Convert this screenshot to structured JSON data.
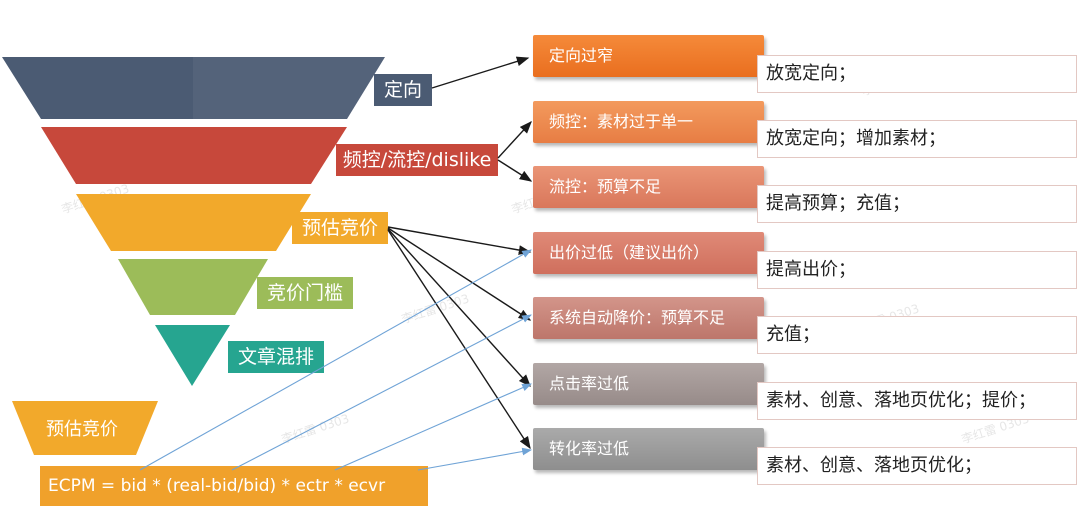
{
  "funnel": {
    "stages": [
      {
        "label": "定向",
        "color": "#4b5b73",
        "label_bg": "#4b5b73"
      },
      {
        "label": "频控/流控/dislike",
        "color": "#c7483b",
        "label_bg": "#c7483b"
      },
      {
        "label": "预估竞价",
        "color": "#f2a92b",
        "label_bg": "#f2a92b"
      },
      {
        "label": "竞价门槛",
        "color": "#9cbc59",
        "label_bg": "#9cbc59"
      },
      {
        "label": "文章混排",
        "color": "#26a590",
        "label_bg": "#26a590"
      }
    ]
  },
  "bid_block": {
    "title": "预估竞价",
    "formula": "ECPM = bid *   (real-bid/bid)    * ectr * ecvr",
    "color": "#f0a12b"
  },
  "causes": [
    {
      "label": "定向过窄",
      "color": "#ef7a2b"
    },
    {
      "label": "频控：素材过于单一",
      "color": "#ec8a4f"
    },
    {
      "label": "流控：预算不足",
      "color": "#e18766"
    },
    {
      "label": "出价过低（建议出价）",
      "color": "#d87a68"
    },
    {
      "label": "系统自动降价：预算不足",
      "color": "#c88077"
    },
    {
      "label": "点击率过低",
      "color": "#a39896"
    },
    {
      "label": "转化率过低",
      "color": "#9d9d9d"
    }
  ],
  "fixes": [
    {
      "label": "放宽定向；"
    },
    {
      "label": "放宽定向；增加素材；"
    },
    {
      "label": "提高预算；充值；"
    },
    {
      "label": "提高出价；"
    },
    {
      "label": "充值；"
    },
    {
      "label": "素材、创意、落地页优化；提价；"
    },
    {
      "label": "素材、创意、落地页优化；"
    }
  ],
  "watermark": "李红雷 0303"
}
